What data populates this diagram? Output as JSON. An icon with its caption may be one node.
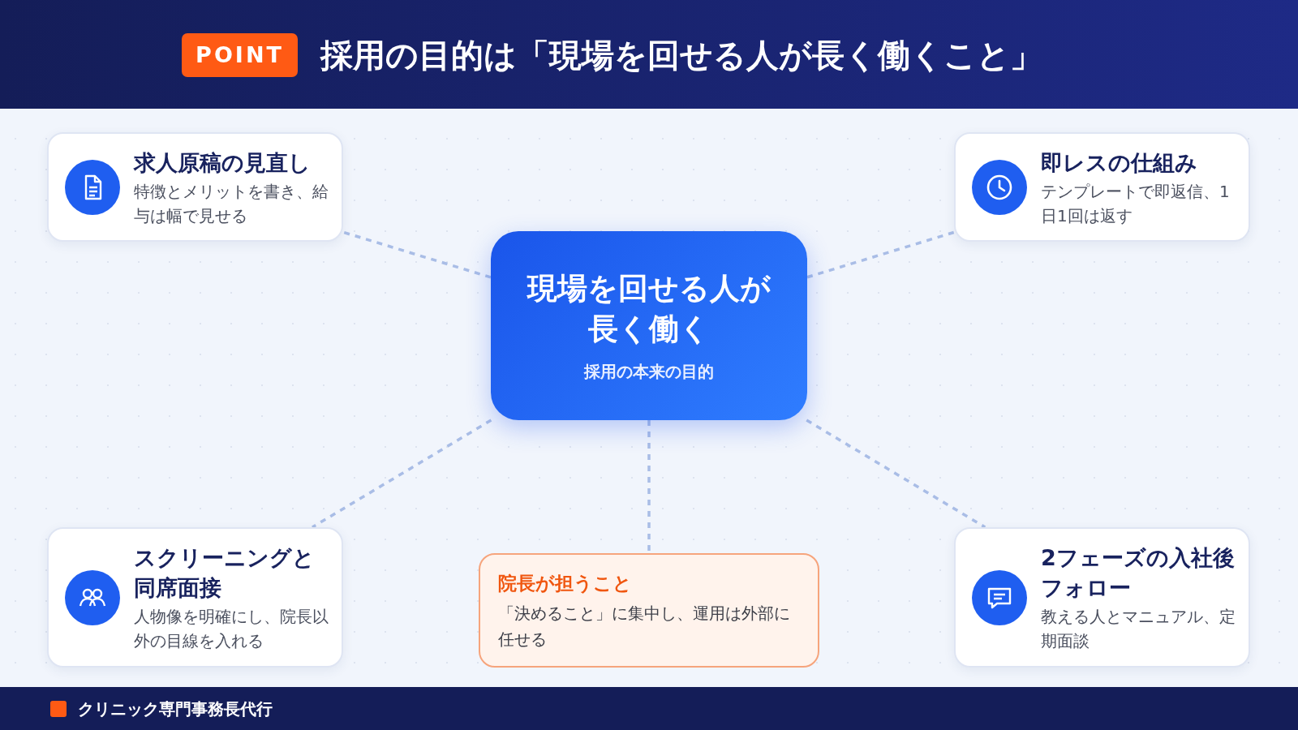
{
  "diagram": {
    "title": "採用の目的は「現場を回せる人が長く働くこと」",
    "nodes": [
      {
        "text": [
          "現場を回せる人が長く働く",
          "採用の本来の目的"
        ]
      },
      {
        "text": [
          "求人原稿の見直し",
          "特徴とメリットを書き、給与は幅で見せる"
        ]
      },
      {
        "text": [
          "即レスの仕組み",
          "テンプレートで即返信、1日1回は返す"
        ]
      },
      {
        "text": [
          "スクリーニングと同席面接",
          "人物像を明確にし、院長以外の目線を入れる"
        ]
      },
      {
        "text": [
          "院長が担うこと",
          "「決めること」に集中し、運用は外部に任せる"
        ]
      },
      {
        "text": [
          "2フェーズの入社後フォロー",
          "教える人とマニュアル、定期面談"
        ]
      }
    ],
    "edges": [
      {
        "from": 0,
        "to": 1,
        "arrow": "none",
        "style": "dashed"
      },
      {
        "from": 0,
        "to": 2,
        "arrow": "none",
        "style": "dashed"
      },
      {
        "from": 0,
        "to": 3,
        "arrow": "none",
        "style": "dashed"
      },
      {
        "from": 0,
        "to": 4,
        "arrow": "none",
        "style": "dashed"
      },
      {
        "from": 0,
        "to": 5,
        "arrow": "none",
        "style": "dashed"
      }
    ],
    "labels": [
      "POINT",
      "クリニック専門事務長代行"
    ]
  }
}
